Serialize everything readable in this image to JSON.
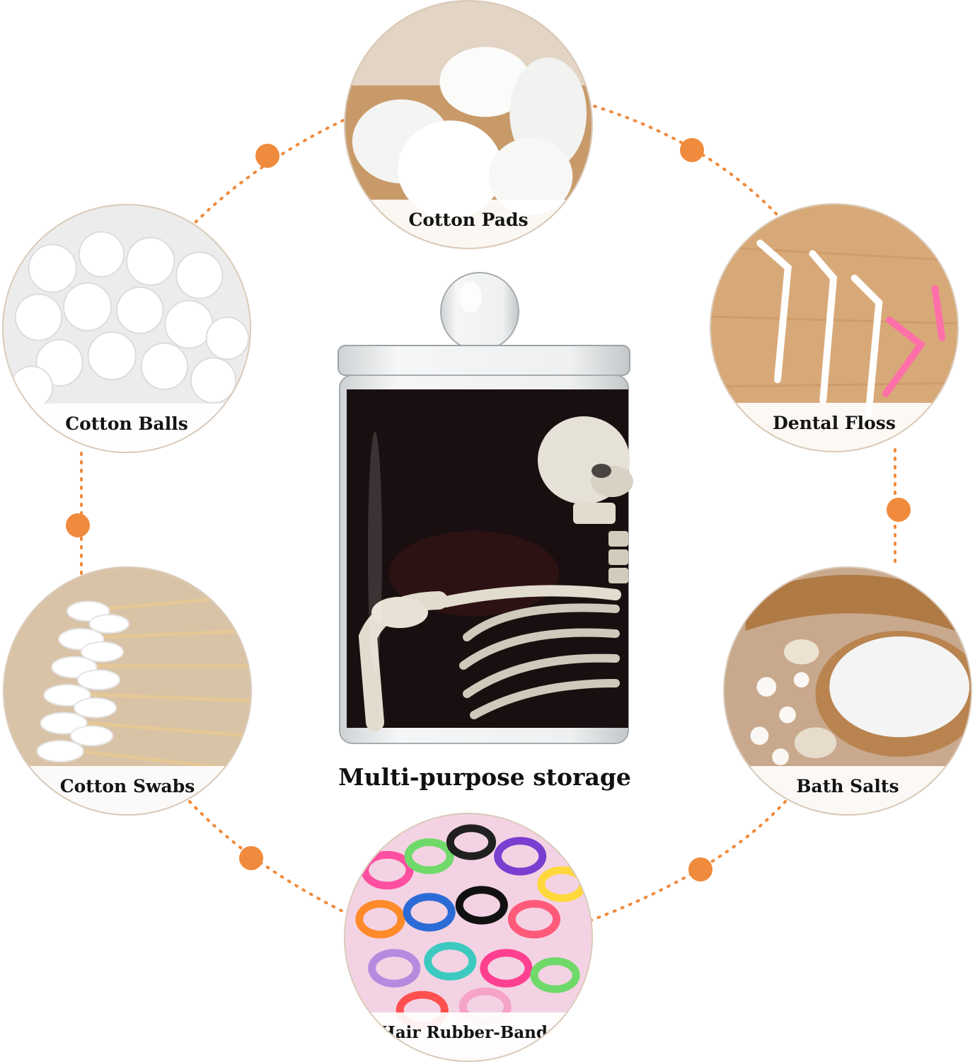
{
  "caption": "Multi-purpose storage",
  "items": [
    {
      "label": "Cotton Pads"
    },
    {
      "label": "Cotton Balls"
    },
    {
      "label": "Dental Floss"
    },
    {
      "label": "Cotton Swabs"
    },
    {
      "label": "Bath Salts"
    },
    {
      "label": "Hair Rubber-Bands"
    }
  ],
  "colors": {
    "accent_dots": "#f08a3c",
    "jar_print": "#1a0f10",
    "label_text": "#141414"
  }
}
